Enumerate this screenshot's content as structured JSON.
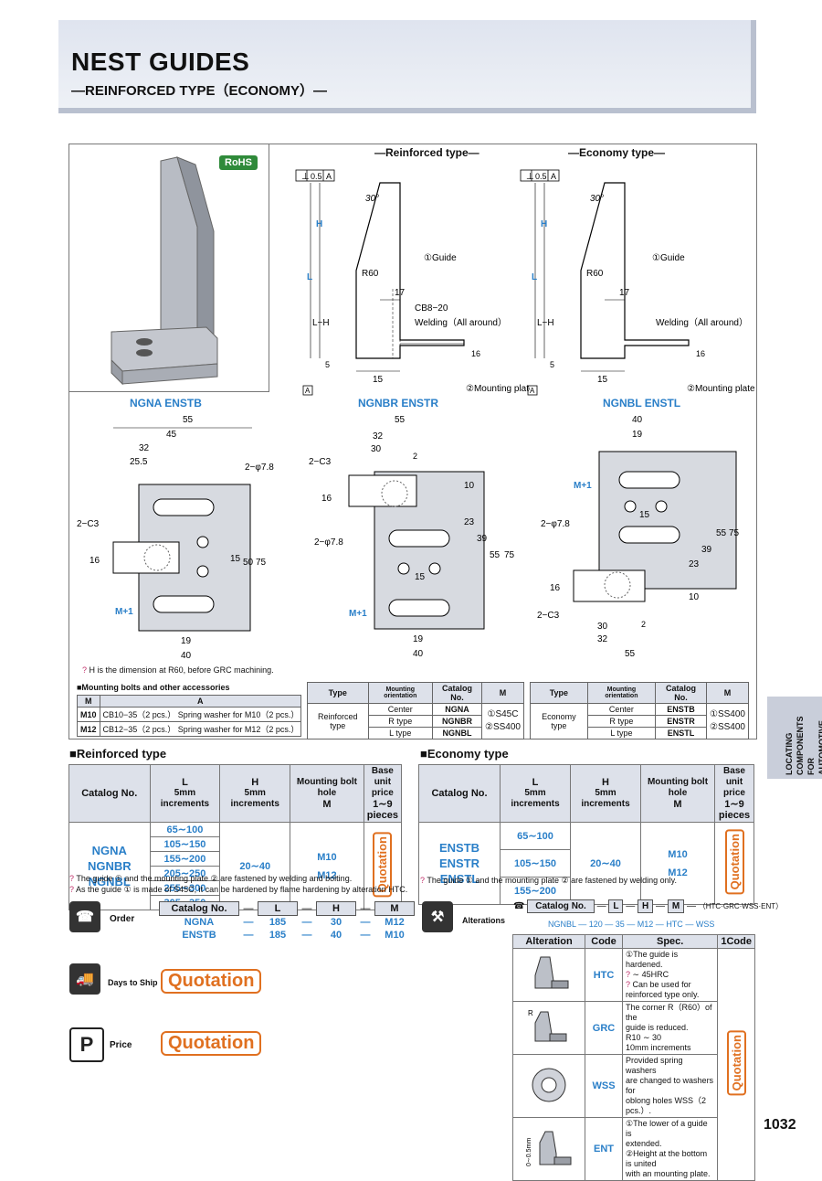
{
  "header": {
    "title": "NEST GUIDES",
    "subtitle": "—REINFORCED TYPE（ECONOMY）—"
  },
  "rohs": "RoHS",
  "reinforced_type_title": "—Reinforced type—",
  "economy_type_title": "—Economy type—",
  "diagram_front": {
    "tolerance": "0.5",
    "datum": "A",
    "angle": "30°",
    "radius": "R60",
    "guide": "①Guide",
    "dim17": "17",
    "cb": "CB8−20",
    "welding": "Welding（All around）",
    "h": "H",
    "l": "L",
    "lh": "L−H",
    "dim5": "5",
    "dim15": "15",
    "dim16": "16",
    "mounting": "②Mounting plate",
    "perp": "⊥"
  },
  "views": [
    {
      "title": "NGNA  ENSTB",
      "dims": [
        "55",
        "45",
        "32",
        "25.5",
        "2−C3",
        "2−φ7.8",
        "16",
        "15",
        "50",
        "75",
        "M+1",
        "19",
        "40"
      ]
    },
    {
      "title": "NGNBR  ENSTR",
      "dims": [
        "55",
        "32",
        "30",
        "2−C3",
        "2",
        "16",
        "10",
        "2−φ7.8",
        "23",
        "39",
        "55",
        "75",
        "15",
        "M+1",
        "19",
        "40"
      ]
    },
    {
      "title": "NGNBL  ENSTL",
      "dims": [
        "40",
        "19",
        "M+1",
        "15",
        "2−φ7.8",
        "55",
        "75",
        "39",
        "23",
        "16",
        "10",
        "2−C3",
        "30",
        "2",
        "32",
        "55"
      ]
    }
  ],
  "h_note": "H is the dimension at R60, before GRC machining.",
  "accessories": {
    "title": "■Mounting bolts and other accessories",
    "col_m": "M",
    "col_a": "A",
    "rows": [
      [
        "M10",
        "CB10−35（2 pcs.）  Spring washer for M10（2 pcs.）"
      ],
      [
        "M12",
        "CB12−35（2 pcs.）  Spring washer for M12（2 pcs.）"
      ]
    ]
  },
  "reinforced_small": {
    "headers": [
      "Type",
      "Mounting orientation",
      "Catalog No.",
      "M"
    ],
    "type": "Reinforced type",
    "rows": [
      [
        "Center",
        "NGNA"
      ],
      [
        "R type",
        "NGNBR"
      ],
      [
        "L type",
        "NGNBL"
      ]
    ],
    "material": [
      "①S45C",
      "②SS400"
    ]
  },
  "economy_small": {
    "headers": [
      "Type",
      "Mounting orientation",
      "Catalog No.",
      "M"
    ],
    "type": "Economy type",
    "rows": [
      [
        "Center",
        "ENSTB"
      ],
      [
        "R type",
        "ENSTR"
      ],
      [
        "L type",
        "ENSTL"
      ]
    ],
    "material": [
      "①SS400",
      "②SS400"
    ]
  },
  "reinforced_table": {
    "title": "■Reinforced type",
    "headers": [
      "Catalog No.",
      "L",
      "5mm increments",
      "H",
      "5mm increments",
      "Mounting bolt hole",
      "M",
      "Base unit price",
      "1∼9 pieces"
    ],
    "catalog": [
      "NGNA",
      "NGNBR",
      "NGNBL"
    ],
    "L": [
      "65∼100",
      "105∼150",
      "155∼200",
      "205∼250",
      "255∼300",
      "305∼350"
    ],
    "H": "20∼40",
    "M": [
      "M10",
      "M12"
    ],
    "price": "Quotation"
  },
  "economy_table": {
    "title": "■Economy type",
    "headers": [
      "Catalog No.",
      "L",
      "5mm increments",
      "H",
      "5mm increments",
      "Mounting bolt hole",
      "M",
      "Base unit price",
      "1∼9 pieces"
    ],
    "catalog": [
      "ENSTB",
      "ENSTR",
      "ENSTL"
    ],
    "L": [
      "65∼100",
      "105∼150",
      "155∼200"
    ],
    "H": "20∼40",
    "M": [
      "M10",
      "M12"
    ],
    "price": "Quotation"
  },
  "notes_reinforced": [
    "The guide ① and the mounting plate ② are fastened by welding and bolting.",
    "As the guide ① is made of S45C, it can be hardened by flame hardening by alteration HTC."
  ],
  "notes_economy": [
    "The guide ① and the mounting plate ② are fastened by welding only."
  ],
  "order": {
    "label": "Order",
    "headers": [
      "Catalog No.",
      "L",
      "H",
      "M"
    ],
    "rows": [
      [
        "NGNA",
        "185",
        "30",
        "M12"
      ],
      [
        "ENSTB",
        "185",
        "40",
        "M10"
      ]
    ],
    "dash": "—"
  },
  "days_to_ship": {
    "label": "Days to Ship",
    "value": "Quotation"
  },
  "price": {
    "label": "Price",
    "value": "Quotation",
    "icon": "P"
  },
  "alterations": {
    "label": "Alterations",
    "headers": [
      "Catalog No.",
      "L",
      "H",
      "M"
    ],
    "suffix": "（HTC·GRC·WSS·ENT）",
    "example": [
      "NGNBL",
      "120",
      "35",
      "M12",
      "HTC",
      "WSS"
    ],
    "table_headers": [
      "Alteration",
      "Code",
      "Spec.",
      "1Code"
    ],
    "rows": [
      {
        "code": "HTC",
        "spec": [
          "①The guide is hardened.",
          "∼ 45HRC",
          "Can be used for",
          "reinforced type only."
        ]
      },
      {
        "code": "GRC",
        "spec": [
          "The corner R（R60）of the",
          "guide is reduced.",
          "R10 ∼ 30",
          "10mm increments"
        ]
      },
      {
        "code": "WSS",
        "spec": [
          "Provided spring washers",
          "are changed to washers for",
          "oblong holes WSS（2 pcs.）."
        ]
      },
      {
        "code": "ENT",
        "spec": [
          "①The lower of a guide is",
          "extended.",
          "②Height at the bottom is united",
          "with an mounting plate."
        ]
      }
    ],
    "grc_label": "R",
    "ent_label": "0∼0.5mm",
    "price": "Quotation"
  },
  "side_tab": [
    "LOCATING COMPONENTS",
    "FOR AUTOMOTIVE DIES"
  ],
  "page_number": "1032"
}
